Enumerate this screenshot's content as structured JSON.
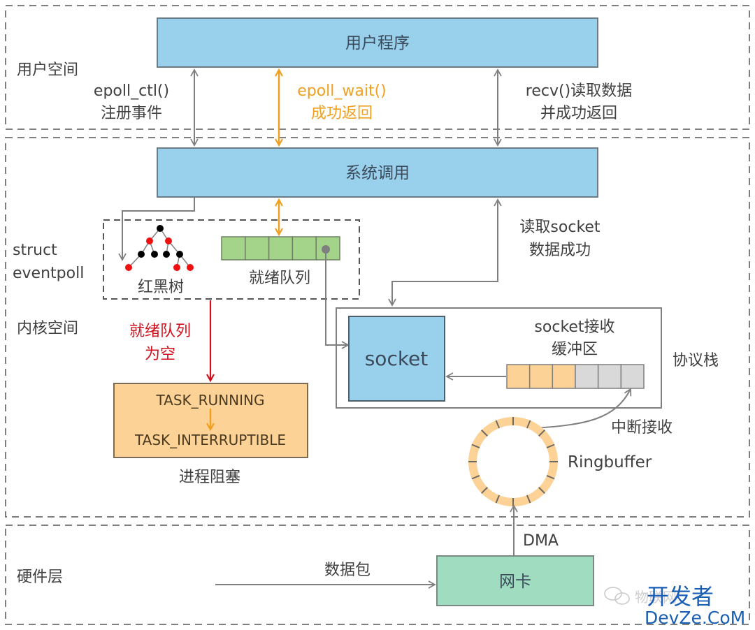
{
  "diagram": {
    "title": "epoll blocking and data reception flow",
    "colors": {
      "box_blue": "#99d0ec",
      "box_orange": "#fdd296",
      "box_green": "#9fdcc0",
      "queue_green": "#a4d38a",
      "buffer_filled": "#fdd296",
      "buffer_empty": "#d9d9d9",
      "line_gray": "#7f7f7f",
      "accent_orange": "#f0a020",
      "accent_red": "#d0101c",
      "rb_black": "#000000",
      "rb_red": "#ee1111",
      "watermark": "#1a5fb4"
    },
    "layers": {
      "user": "用户空间",
      "kernel": "内核空间",
      "hardware": "硬件层"
    },
    "boxes": {
      "user_program": "用户程序",
      "syscall": "系统调用",
      "socket": "socket",
      "nic": "网卡",
      "task_running": "TASK_RUNNING",
      "task_interruptible": "TASK_INTERRUPTIBLE"
    },
    "labels": {
      "epoll_ctl_line1": "epoll_ctl()",
      "epoll_ctl_line2": "注册事件",
      "epoll_wait_line1": "epoll_wait()",
      "epoll_wait_line2": "成功返回",
      "recv_line1": "recv()读取数据",
      "recv_line2": "并成功返回",
      "struct_line1": "struct",
      "struct_line2": "eventpoll",
      "rbtree": "红黑树",
      "ready_queue": "就绪队列",
      "read_socket_line1": "读取socket",
      "read_socket_line2": "数据成功",
      "queue_empty_line1": "就绪队列",
      "queue_empty_line2": "为空",
      "process_blocked": "进程阻塞",
      "sock_buf_line1": "socket接收",
      "sock_buf_line2": "缓冲区",
      "protocol_stack": "协议栈",
      "interrupt_recv": "中断接收",
      "ringbuffer": "Ringbuffer",
      "dma": "DMA",
      "packet": "数据包"
    },
    "ready_queue_slots": 5,
    "socket_buffer": {
      "filled_slots": 3,
      "total_slots": 6
    },
    "ringbuffer_segments": 16,
    "watermark": {
      "faded_text": "物联网",
      "line1": "开发者",
      "line2": "DevZe.CoM"
    }
  }
}
